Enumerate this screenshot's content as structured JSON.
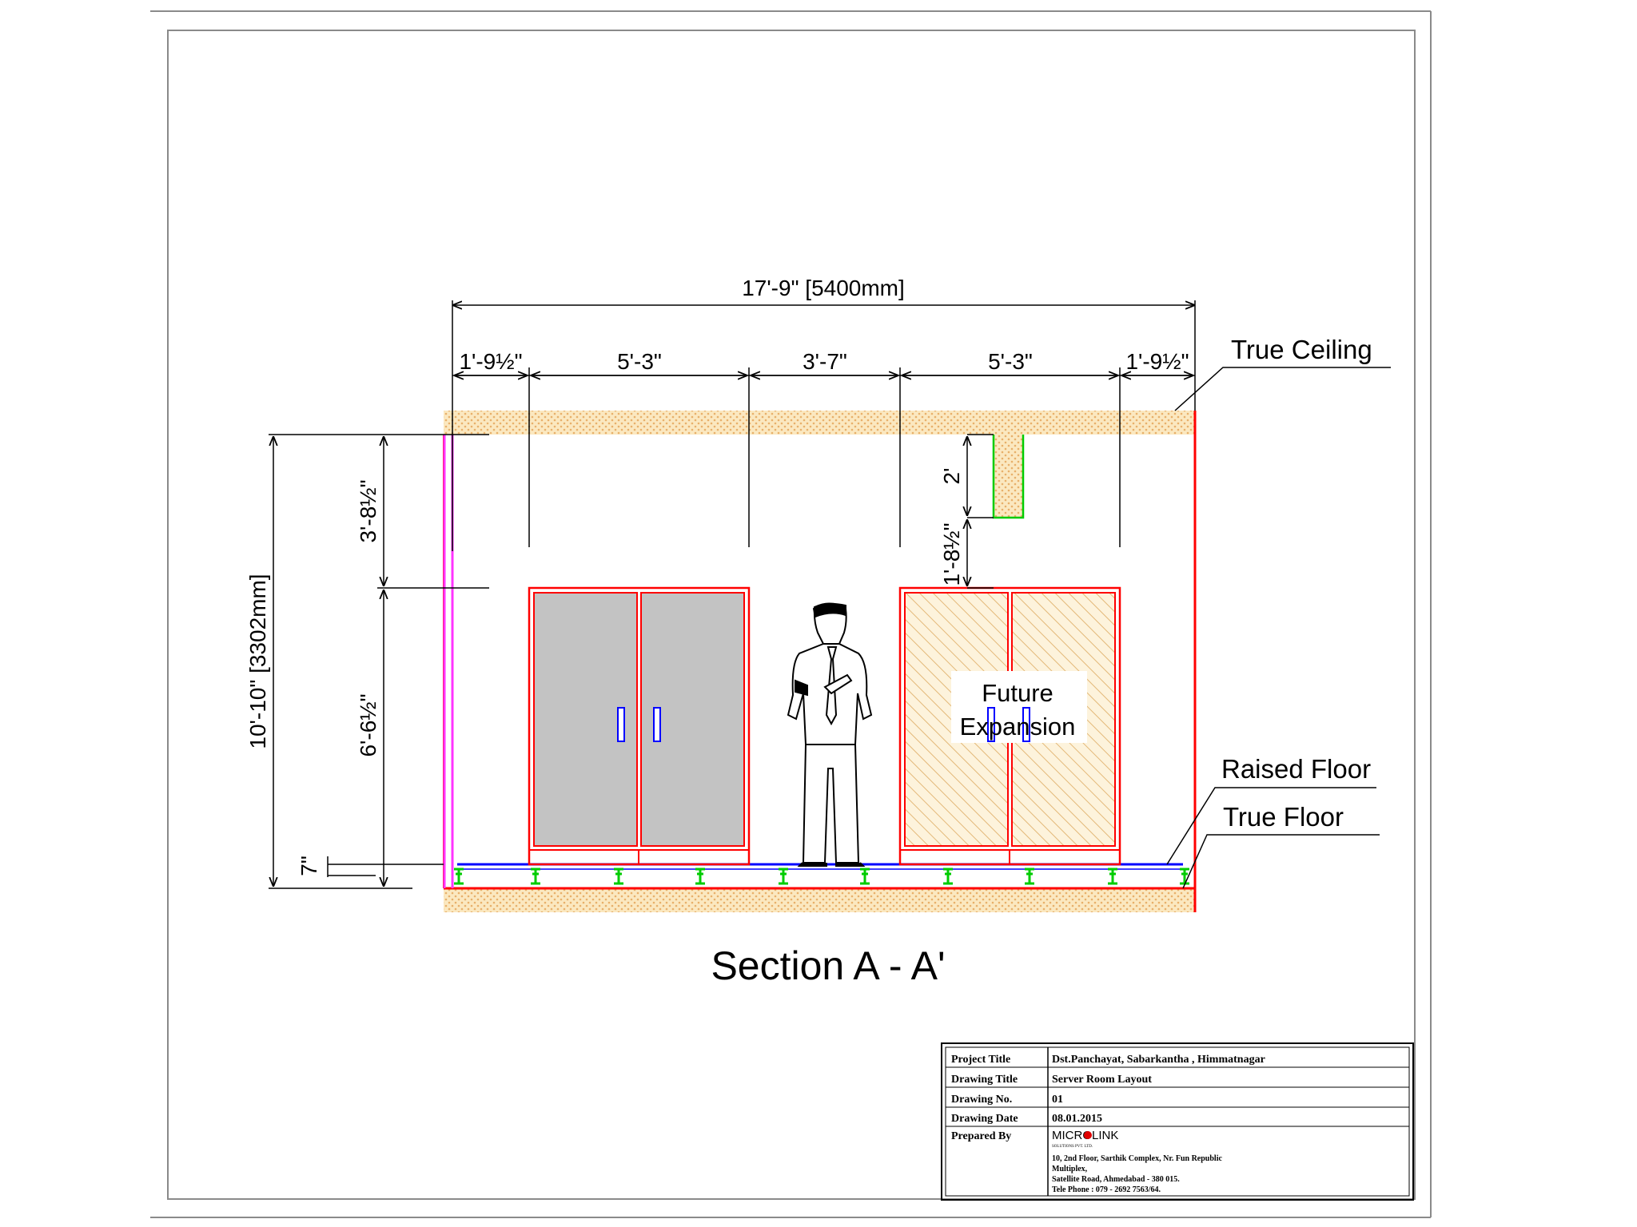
{
  "drawing": {
    "section_title": "Section A - A'",
    "overall_width": "17'-9\" [5400mm]",
    "overall_height": "10'-10\" [3302mm]",
    "segments": [
      "1'-9½\"",
      "5'-3\"",
      "3'-7\"",
      "5'-3\"",
      "1'-9½\""
    ],
    "vertical_upper": "3'-8½\"",
    "vertical_lower": "6'-6½\"",
    "raised_floor_height": "7\"",
    "beam_depth": "2'",
    "beam_to_rack": "1'-8½\"",
    "labels": {
      "true_ceiling": "True Ceiling",
      "raised_floor": "Raised Floor",
      "true_floor": "True Floor",
      "future_line1": "Future",
      "future_line2": "Expansion"
    },
    "colors": {
      "wall": "#ff0000",
      "slab_fill": "#fbe8c0",
      "slab_dots": "#e8b06a",
      "rack_fill": "#c3c3c3",
      "rack_border": "#ff0000",
      "handle": "#0000ff",
      "pedestal": "#00cc00",
      "raised_floor_line": "#0000ff",
      "pipe": "#ff33ff"
    }
  },
  "title_block": {
    "rows": [
      {
        "key": "Project Title",
        "value": "Dst.Panchayat, Sabarkantha , Himmatnagar"
      },
      {
        "key": "Drawing Title",
        "value": "Server Room Layout"
      },
      {
        "key": "Drawing No.",
        "value": "01"
      },
      {
        "key": "Drawing Date",
        "value": "08.01.2015"
      },
      {
        "key": "Prepared By",
        "value": ""
      }
    ],
    "company_logo": "MICROLINK",
    "company_subtitle": "SOLUTIONS PVT. LTD.",
    "address_lines": [
      "10, 2nd Floor, Sarthik Complex, Nr. Fun Republic",
      "Multiplex,",
      "Satellite Road, Ahmedabad - 380 015.",
      "Tele Phone : 079 - 2692 7563/64."
    ]
  }
}
